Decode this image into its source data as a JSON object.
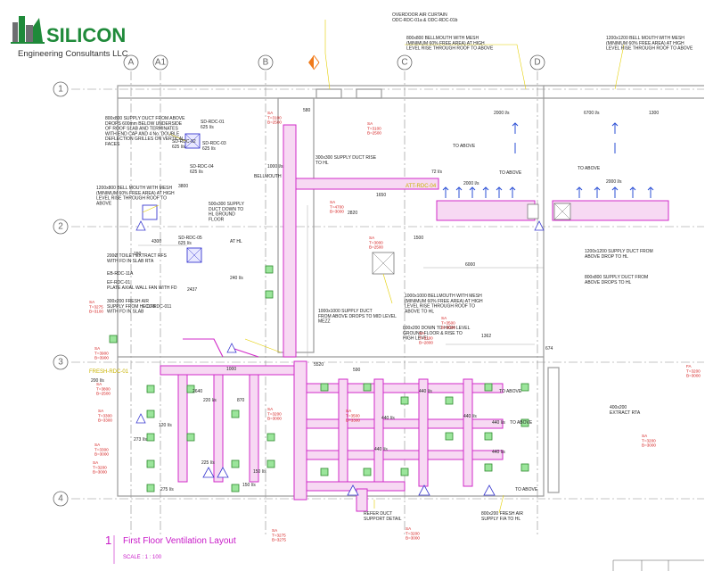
{
  "logo": {
    "name": "SILICON",
    "subtitle": "Engineering Consultants LLC"
  },
  "drawing": {
    "title_number": "1",
    "title": "First Floor Ventilation Layout",
    "scale": "SCALE : 1 : 100"
  },
  "grid": {
    "columns": [
      "A",
      "A1",
      "B",
      "C",
      "D"
    ],
    "rows": [
      "1",
      "2",
      "3",
      "4"
    ]
  },
  "notes": {
    "air_curtain": "OVERDOOR AIR CURTAIN\nODC-RDC-01a & ODC-RDC-01b",
    "bellmouth_top": "800x800 BELLMOUTH WITH MESH\n(MINIMUM 60% FREE AREA) AT HIGH\nLEVEL RISE THROUGH ROOF TO ABOVE",
    "bellmouth_right": "1200x1200 BELL MOUTH WITH MESH\n(MINIMUM 60% FREE AREA) AT HIGH\nLEVEL RISE THROUGH ROOF TO ABOVE",
    "supply_duct_left": "800x800 SUPPLY DUCT FROM ABOVE\nDROPS 600mm BELOW UNDERSIDE\nOF ROOF SLAB AND TERMINATES\nWITH END CAP AND 4 No. DOUBLE\nDEFLECTION GRILLES ON VERTICAL\nFACES",
    "bellmouth_left": "1200x800 BELL MOUTH WITH MESH\n(MINIMUM 60% FREE AREA) AT HIGH\nLEVEL RISE THROUGH ROOF TO\nABOVE",
    "toilet_extract": "200Ø TOILET EXTRACT RFS\nWITH FD IN SLAB RTA",
    "eb_rdc": "EB-RDC-11A",
    "ef_rdc": "EF-RDC-01\nPLATE AXIAL WALL FAN WITH FD",
    "fresh_air_left": "300x200 FRESH AIR\nSUPPLY FROM HL DTB\nWITH FD IN SLAB",
    "supply_duct_ground": "500x300 SUPPLY\nDUCT DOWN TO\nHL GROUND\nFLOOR",
    "supply_duct_mid": "1000x1000 SUPPLY DUCT\nFROM ABOVE DROPS TO MID LEVEL\nMEZZ",
    "bellmouth_mid": "1000x1000 BELLMOUTH WITH MESH\n(MINIMUM 60% FREE AREA) AT HIGH\nLEVEL RISE THROUGH ROOF TO\nABOVE TO HL",
    "duct_high_level": "800x200 DOWN TO HIGH LEVEL\nGROUND FLOOR & RISE TO\nHIGH LEVEL",
    "supply_duct_right1": "1200x1200 SUPPLY DUCT FROM\nABOVE DROP TO HL",
    "supply_duct_right2": "800x800 SUPPLY DUCT FROM\nABOVE DROPS TO HL",
    "supply_duct_rise": "300x300 SUPPLY DUCT RISE\nTO HL",
    "extract_rta": "400x200\nEXTRACT RTA",
    "duct_detail": "REFER DUCT\nSUPPORT DETAIL",
    "fresh_air_bottom": "800x200 FRESH AIR\nSUPPLY F/A TO HL"
  },
  "tags": {
    "sd_rdc_01": "SD-RDC-01\n625 l/s",
    "sd_rdc_02": "SD-RDC-02\n625 l/s",
    "sd_rdc_03": "SD-RDC-03\n625 l/s",
    "sd_rdc_04": "SD-RDC-04\n625 l/s",
    "sd_rdc_05": "SD-RDC-05\n625 l/s",
    "fcu_rdc_011": "FCU-RDC-011",
    "att_rdc_04": "ATT-RDC-04",
    "bellmouth": "BELLMOUTH",
    "at_hl": "AT HL",
    "to_above_1": "TO ABOVE",
    "to_above_2": "TO ABOVE",
    "to_above_3": "TO ABOVE",
    "to_above_4": "TO ABOVE",
    "to_above_5": "TO ABOVE",
    "to_above_6": "TO ABOVE",
    "flow_2000_a": "2000 l/s",
    "flow_2000_b": "2000 l/s",
    "flow_2000_c": "2000 l/s",
    "flow_6700": "6700 l/s",
    "flow_1000": "1000 l/s",
    "flow_200": "200 l/s",
    "flow_72": "72 l/s",
    "flow_440_a": "440 l/s",
    "flow_440_b": "440 l/s",
    "flow_440_c": "440 l/s",
    "flow_440_d": "440 l/s",
    "flow_440_e": "440 l/s",
    "flow_440_f": "440 l/s",
    "flow_120": "120 l/s",
    "flow_273": "273 l/s",
    "flow_275": "275 l/s",
    "flow_240": "240 l/s",
    "flow_150_a": "150 l/s",
    "flow_150_b": "150 l/s",
    "flow_220": "220 l/s",
    "flow_225": "225 l/s",
    "fresh_rdc": "FRESH-RDC-01",
    "red_sa_1": "SA\nT=3100\nB=2500",
    "red_sa_2": "SA\nT=3100\nB=2500",
    "red_sa_3": "SA\nT=3275\nB=3100",
    "red_sa_4": "SA\nT=3000\nB=2500",
    "red_sa_5": "SA\nT=3500\nB=3000",
    "red_sa_6": "SA\nT=4700\nB=3000",
    "red_sa_7": "SA\nT=3900\nB=3900",
    "red_sa_8": "SA\nT=3800\nB=2500",
    "red_sa_9": "SA\nT=3300\nB=3300",
    "red_sa_10": "SA\nT=3200\nB=3000",
    "red_sa_11": "SA\nT=3500\nB=3300",
    "red_sa_12": "SA\nT=3100\nB=2800",
    "red_sa_13": "SA\nT=3300\nB=3000",
    "red_sa_14": "SA\nT=3200\nB=3000",
    "red_sa_15": "SA\nT=3275\nB=3275",
    "red_sa_16": "SA\nT=3200\nB=3000",
    "red_sa_17": "SA\nT=3200\nB=3000",
    "red_sa_18": "FA\nT=3200\nB=3000",
    "dim_4300": "4300",
    "dim_6000": "6000",
    "dim_3800": "3800",
    "dim_1300": "1300",
    "dim_1000": "1000",
    "dim_2437": "2437",
    "dim_580": "580",
    "dim_150": "150",
    "dim_870": "870",
    "dim_2820": "2820",
    "dim_1362": "1362",
    "dim_1500": "1500",
    "dim_674": "674",
    "dim_5520": "5520",
    "dim_2640": "2640",
    "dim_1650": "1650",
    "dim_590": "590"
  },
  "colors": {
    "duct": "#d12bc8",
    "diffuser": "#2e8b2e",
    "annotation": "#d41a1a",
    "tag": "#c9b300",
    "title": "#c81ac8",
    "logo_green": "#1f8a3a"
  }
}
